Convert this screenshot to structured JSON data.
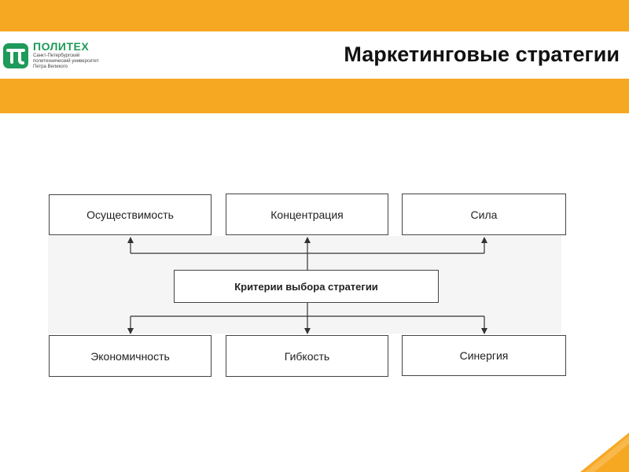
{
  "header": {
    "title": "Маркетинговые стратегии"
  },
  "logo": {
    "name": "ПОЛИТЕХ",
    "subtitle_lines": [
      "Санкт-Петербургский",
      "политехнический университет",
      "Петра Великого"
    ]
  },
  "diagram": {
    "center": "Критерии выбора стратегии",
    "top": [
      "Осуществимость",
      "Концентрация",
      "Сила"
    ],
    "bottom": [
      "Экономичность",
      "Гибкость",
      "Синергия"
    ]
  },
  "colors": {
    "accent": "#f7a823",
    "brand_green": "#1e9a5a"
  }
}
